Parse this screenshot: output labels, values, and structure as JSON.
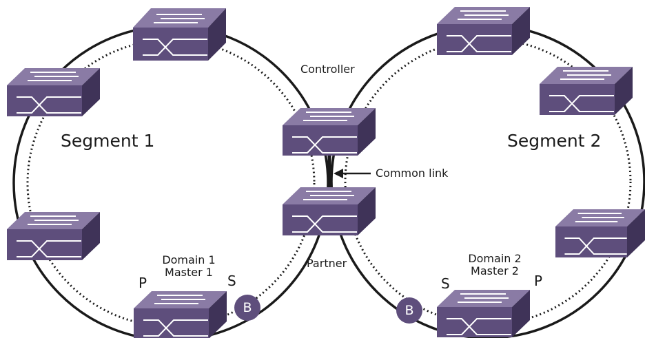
{
  "colors": {
    "switch_top": "#8a7ba5",
    "switch_front": "#5e4e7c",
    "switch_side": "#3f3358",
    "ring_line": "#1a1a1a",
    "blocking_badge": "#5e4e7c",
    "background": "#ffffff"
  },
  "icons": {
    "switch": "network-switch-icon",
    "blocked_port": "blocked-port-badge"
  },
  "labels": {
    "controller": "Controller",
    "common_link": "Common link",
    "partner": "Partner",
    "segment1": "Segment 1",
    "segment2": "Segment 2",
    "domain1_line1": "Domain 1",
    "domain1_line2": "Master 1",
    "domain2_line1": "Domain 2",
    "domain2_line2": "Master 2",
    "primary_port_1": "P",
    "secondary_port_1": "S",
    "primary_port_2": "P",
    "secondary_port_2": "S",
    "blocked_1": "B",
    "blocked_2": "B"
  }
}
